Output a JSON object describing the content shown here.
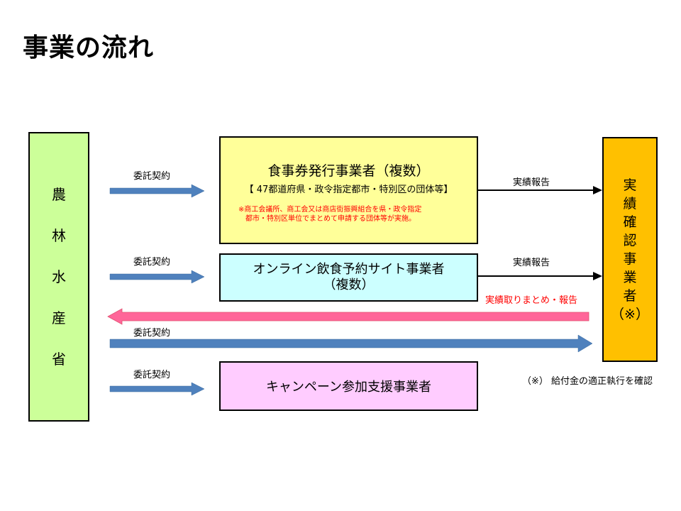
{
  "title": "事業の流れ",
  "ministry": {
    "label_chars": [
      "農",
      "林",
      "水",
      "産",
      "省"
    ],
    "color": "#ccff99"
  },
  "confirm_entity": {
    "label_chars": [
      "実",
      "績",
      "確",
      "認",
      "事",
      "業",
      "者",
      "（※）"
    ],
    "color": "#ffc000"
  },
  "entities": {
    "meal_ticket": {
      "name": "食事券発行事業者（複数）",
      "sub": "【 47都道府県・政令指定都市・特別区の団体等】",
      "note_line1": "※商工会議所、商工会又は商店街振興組合を県・政令指定",
      "note_line2": "都市・特別区単位でまとめて申請する団体等が実施。",
      "color": "#ffff99"
    },
    "online": {
      "name_line1": "オンライン飲食予約サイト事業者",
      "name_line2": "（複数）",
      "color": "#ccffff"
    },
    "campaign": {
      "name": "キャンペーン参加支援事業者",
      "color": "#ffccff"
    }
  },
  "arrows": {
    "contract_label": "委託契約",
    "report_label": "実績報告",
    "summary_label": "実績取りまとめ・報告",
    "contract_color": "#4f81bd",
    "summary_color": "#ff6699"
  },
  "footnote": "（※） 給付金の適正執行を確認"
}
